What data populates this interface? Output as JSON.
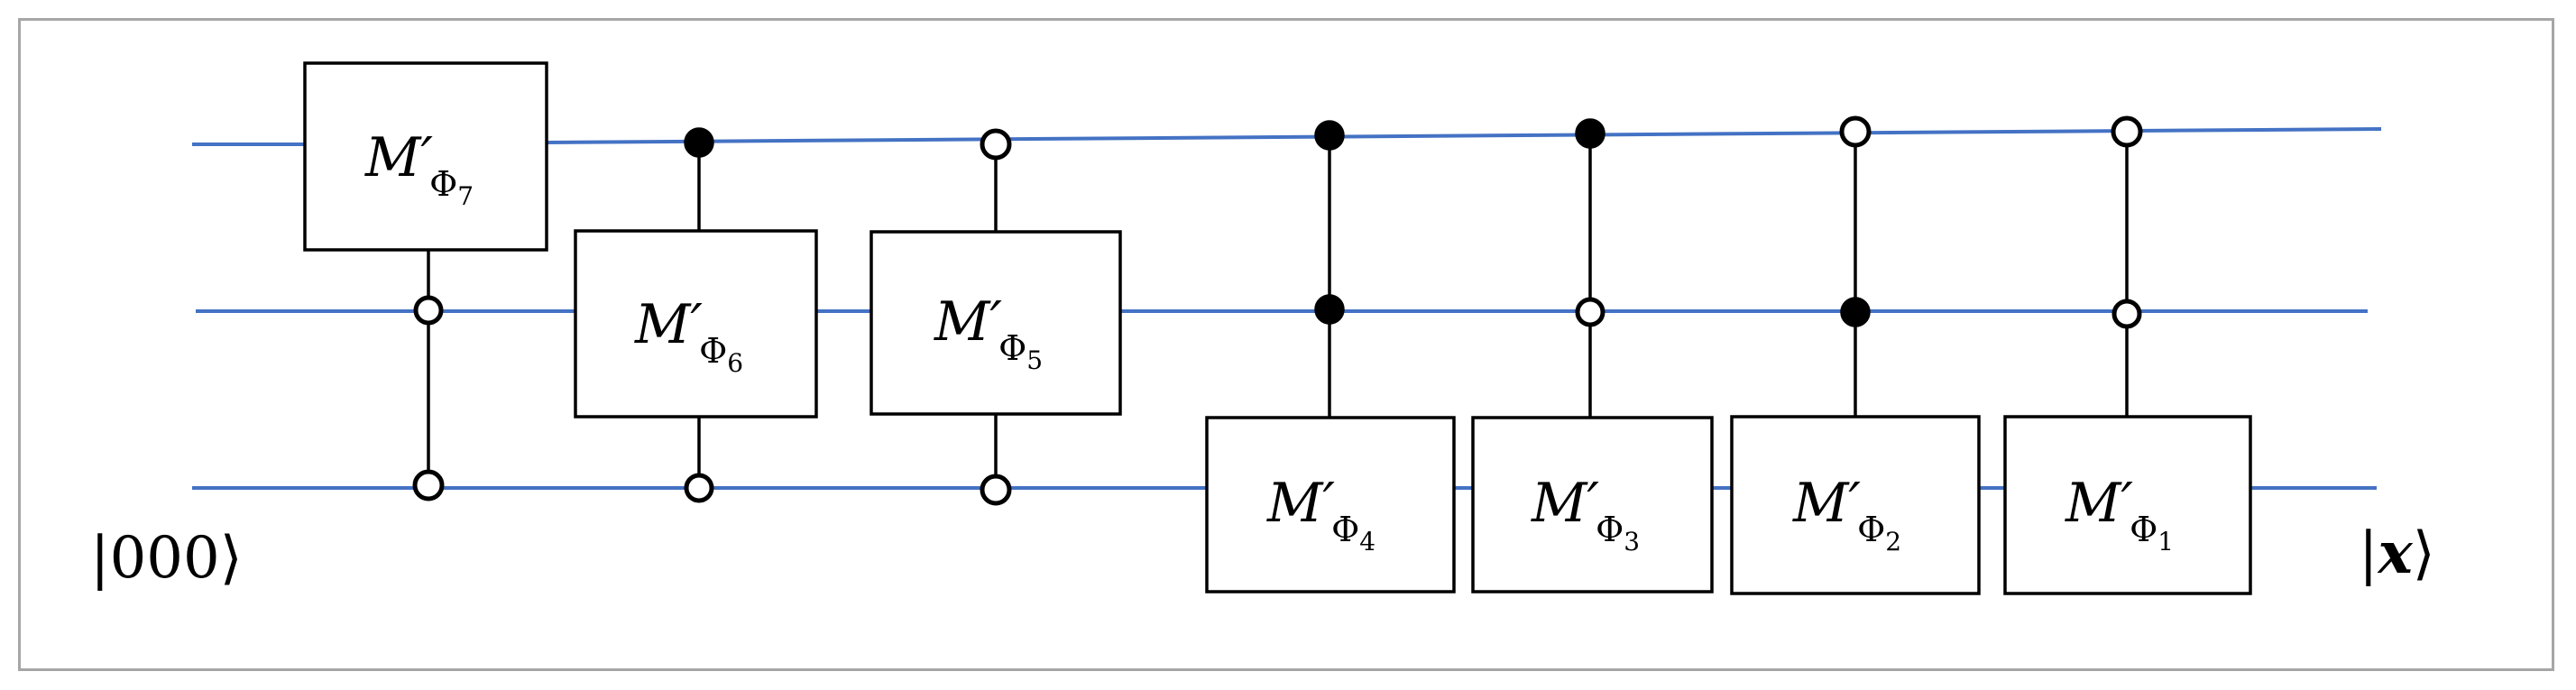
{
  "diagram": {
    "input_state": "|000⟩",
    "output_state_open": "|",
    "output_state_symbol": "x",
    "output_state_close": "⟩",
    "gates": [
      {
        "id": "g7",
        "symbol": "M′",
        "subscript": "Φ",
        "index": "7",
        "target_qubit": 0,
        "controls": [
          {
            "qubit": 1,
            "type": "open"
          },
          {
            "qubit": 2,
            "type": "open"
          }
        ]
      },
      {
        "id": "g6",
        "symbol": "M′",
        "subscript": "Φ",
        "index": "6",
        "target_qubit": 1,
        "controls": [
          {
            "qubit": 0,
            "type": "filled"
          },
          {
            "qubit": 2,
            "type": "open"
          }
        ]
      },
      {
        "id": "g5",
        "symbol": "M′",
        "subscript": "Φ",
        "index": "5",
        "target_qubit": 1,
        "controls": [
          {
            "qubit": 0,
            "type": "open"
          },
          {
            "qubit": 2,
            "type": "open"
          }
        ]
      },
      {
        "id": "g4",
        "symbol": "M′",
        "subscript": "Φ",
        "index": "4",
        "target_qubit": 2,
        "controls": [
          {
            "qubit": 0,
            "type": "filled"
          },
          {
            "qubit": 1,
            "type": "filled"
          }
        ]
      },
      {
        "id": "g3",
        "symbol": "M′",
        "subscript": "Φ",
        "index": "3",
        "target_qubit": 2,
        "controls": [
          {
            "qubit": 0,
            "type": "filled"
          },
          {
            "qubit": 1,
            "type": "open"
          }
        ]
      },
      {
        "id": "g2",
        "symbol": "M′",
        "subscript": "Φ",
        "index": "2",
        "target_qubit": 2,
        "controls": [
          {
            "qubit": 0,
            "type": "open"
          },
          {
            "qubit": 1,
            "type": "filled"
          }
        ]
      },
      {
        "id": "g1",
        "symbol": "M′",
        "subscript": "Φ",
        "index": "1",
        "target_qubit": 2,
        "controls": [
          {
            "qubit": 0,
            "type": "open"
          },
          {
            "qubit": 1,
            "type": "open"
          }
        ]
      }
    ],
    "colors": {
      "wire": "#4472c4",
      "frame": "#a6a6a6",
      "gate_stroke": "#000000",
      "background": "#ffffff"
    }
  }
}
